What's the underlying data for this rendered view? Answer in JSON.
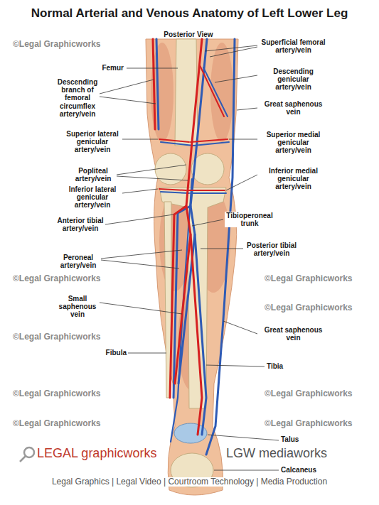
{
  "diagram": {
    "title": "Normal Arterial and Venous Anatomy of Left Lower Leg",
    "labels": [
      "Posterior View",
      "Femur",
      "Descending branch of femoral circumflex artery/vein",
      "Superior lateral genicular artery/vein",
      "Popliteal artery/vein",
      "Inferior lateral genicular artery/vein",
      "Anterior tibial artery/vein",
      "Peroneal artery/vein",
      "Small saphenous vein",
      "Fibula",
      "Superficial femoral artery/vein",
      "Descending genicular artery/vein",
      "Great saphenous vein",
      "Superior medial genicular artery/vein",
      "Inferior medial genicular artery/vein",
      "Tibioperoneal trunk",
      "Posterior tibial artery/vein",
      "Great saphenous vein",
      "Tibia",
      "Talus",
      "Calcaneus",
      "©Legal Graphicworks",
      "©Legal Graphicworks",
      "©Legal Graphicworks",
      "©Legal Graphicworks",
      "©Legal Graphicworks",
      "©Legal Graphicworks",
      "©Legal Graphicworks",
      "©Legal Graphicworks",
      "©Legal Graphicworks",
      "LEGAL graphicworks",
      "LGW mediaworks",
      "Legal Graphics | Legal Video | Courtroom Technology | Media Production"
    ]
  }
}
